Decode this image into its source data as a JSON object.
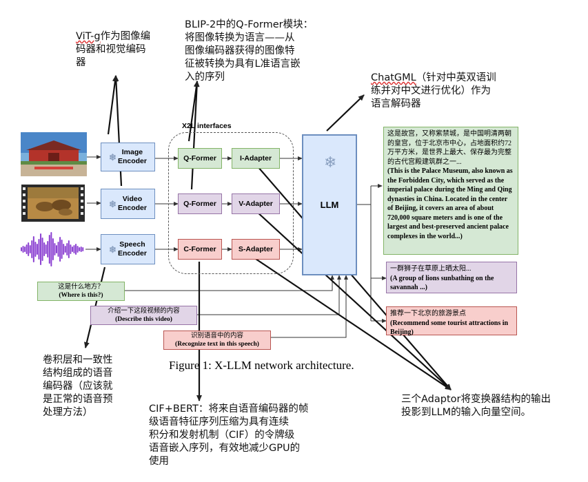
{
  "annotations": {
    "vitg_line1_u": "ViT-g",
    "vitg_line1_rest": "作为图像编",
    "vitg_line2": "码器和视觉编码",
    "vitg_line3": "器",
    "blip_line1": "BLIP-2中的Q-Former模块：",
    "blip_line2": "将图像转换为语言——从",
    "blip_line3": "图像编码器获得的图像特",
    "blip_line4": "征被转换为具有L准语言嵌",
    "blip_line5": "入的序列",
    "chatglm_u": "ChatGML",
    "chatglm_line1_rest": "（针对中英双语训",
    "chatglm_line2": "练并对中文进行优化）作为",
    "chatglm_line3": "语言解码器",
    "conv_line1": "卷积层和一致性",
    "conv_line2": "结构组成的语音",
    "conv_line3": "编码器（应该就",
    "conv_line4": "是正常的语音预",
    "conv_line5": "处理方法）",
    "cif_line1": "CIF+BERT：将来自语音编码器的帧",
    "cif_line2": "级语音特征序列压缩为具有连续",
    "cif_line3": "积分和发射机制（CIF）的令牌级",
    "cif_line4": "语音嵌入序列，有效地减少GPU的",
    "cif_line5": "使用",
    "adaptor_line1": "三个Adaptor将变换器结构的输出",
    "adaptor_line2": "投影到LLM的输入向量空间。"
  },
  "diagram": {
    "encoders": {
      "image_line1": "Image",
      "image_line2": "Encoder",
      "video_line1": "Video",
      "video_line2": "Encoder",
      "speech_line1": "Speech",
      "speech_line2": "Encoder"
    },
    "interfaces_label": "X2L interfaces",
    "formers": {
      "q1": "Q-Former",
      "q2": "Q-Former",
      "c": "C-Former"
    },
    "adapters": {
      "i": "I-Adapter",
      "v": "V-Adapter",
      "s": "S-Adapter"
    },
    "llm": "LLM",
    "outputs": {
      "out1_zh": "这是故宫，又称紫禁城，是中国明清两朝的皇宫，位于北京市中心，占地面积约72万平方米，是世界上最大、保存最为完整的古代宫殿建筑群之一...",
      "out1_en": "(This is the Palace Museum, also known as the Forbidden City, which served as the imperial palace during the Ming and Qing dynasties in China. Located in the center of Beijing, it covers an area of about 720,000 square meters and is one of the largest and best-preserved ancient palace complexes in the world...)",
      "out2_zh": "一群狮子在草原上晒太阳...",
      "out2_en": "(A group of lions sunbathing on the savannah ...)",
      "out3_zh": "推荐一下北京的旅游景点",
      "out3_en": "(Recommend some tourist attractions in Beijing)"
    },
    "prompts": {
      "p1_zh": "这是什么地方？",
      "p1_en": "(Where is this?)",
      "p2_zh": "介绍一下这段视频的内容",
      "p2_en": "(Describe this video)",
      "p3_zh": "识别语音中的内容",
      "p3_en": "(Recognize text in this speech)"
    },
    "caption": "Figure 1: X-LLM network architecture."
  },
  "colors": {
    "encoder_fill": "#dae8fc",
    "green_fill": "#d5e8d4",
    "purple_fill": "#e1d5e7",
    "red_fill": "#f8cecc",
    "speech_wave": "#8a3fd1"
  },
  "icons": [
    "snowflake-icon",
    "arrow-icon",
    "palace-thumbnail",
    "lions-thumbnail",
    "waveform-icon"
  ]
}
